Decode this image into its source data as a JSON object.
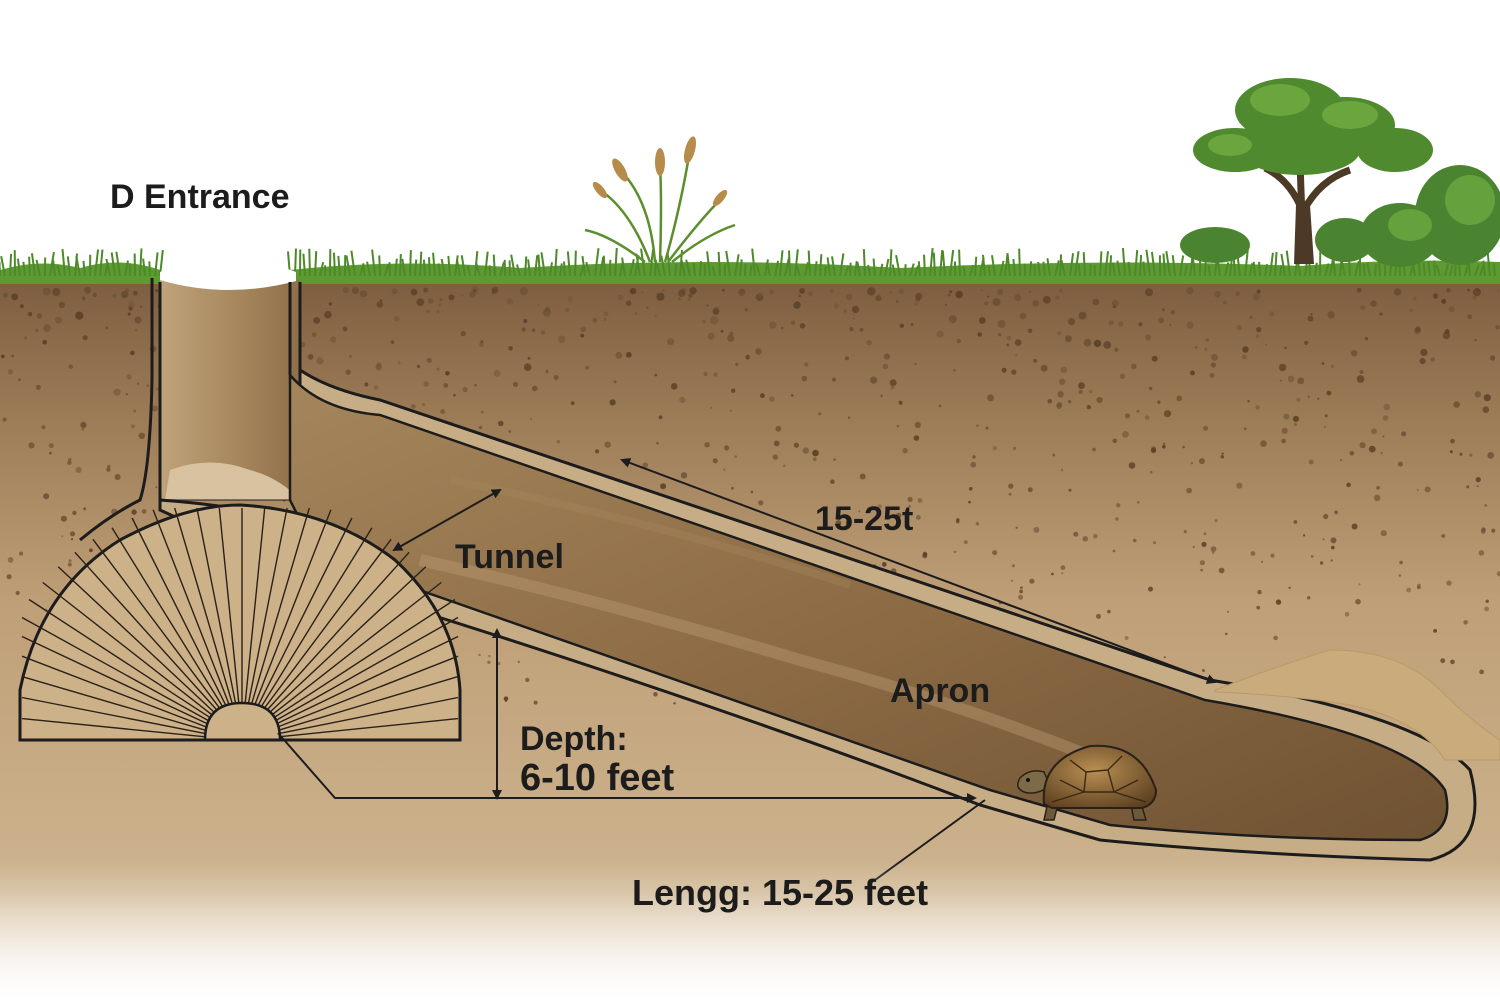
{
  "labels": {
    "entrance": "D Entrance",
    "tunnel": "Tunnel",
    "length_arrow": "15-25t",
    "apron": "Apron",
    "depth_line1": "Depth:",
    "depth_line2": "6-10 feet",
    "length": "Lengg: 15-25 feet"
  },
  "colors": {
    "sky": "#ffffff",
    "grass": "#5e9a32",
    "topsoil": "#8a6a48",
    "subsoil": "#c4a47c",
    "tunnel_wall": "#c9b08a",
    "tunnel_interior": "#8b6a43",
    "outline": "#1c1c1c"
  },
  "icons": [
    "grass-tuft",
    "reed-plant",
    "tree-icon",
    "shrub-icon",
    "tortoise-icon",
    "sand-mound"
  ]
}
